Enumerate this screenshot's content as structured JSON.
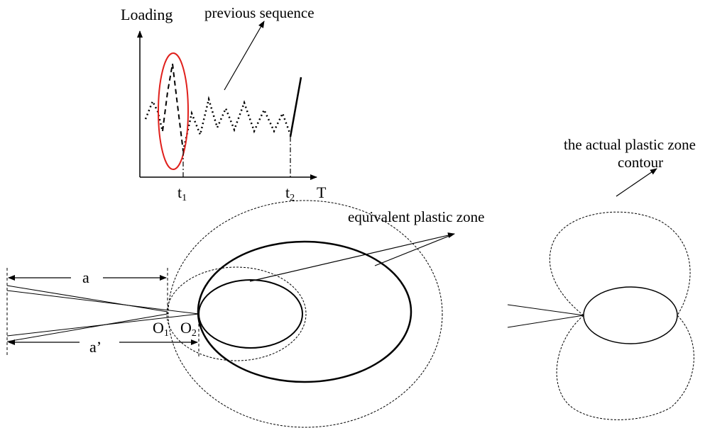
{
  "loading_chart": {
    "y_axis_label": "Loading",
    "x_axis_label": "T",
    "previous_sequence_label": "previous sequence",
    "t1": {
      "base": "t",
      "sub": "1"
    },
    "t2": {
      "base": "t",
      "sub": "2"
    }
  },
  "crack_diagram": {
    "length_a": "a",
    "length_a_prime": "a’",
    "origin_1": {
      "base": "O",
      "sub": "1"
    },
    "origin_2": {
      "base": "O",
      "sub": "2"
    },
    "equivalent_zone_label": "equivalent plastic zone"
  },
  "plastic_zone_contour": {
    "label_line1": "the actual plastic zone",
    "label_line2": "contour"
  },
  "colors": {
    "line": "#000000",
    "highlight": "#e0201c"
  }
}
